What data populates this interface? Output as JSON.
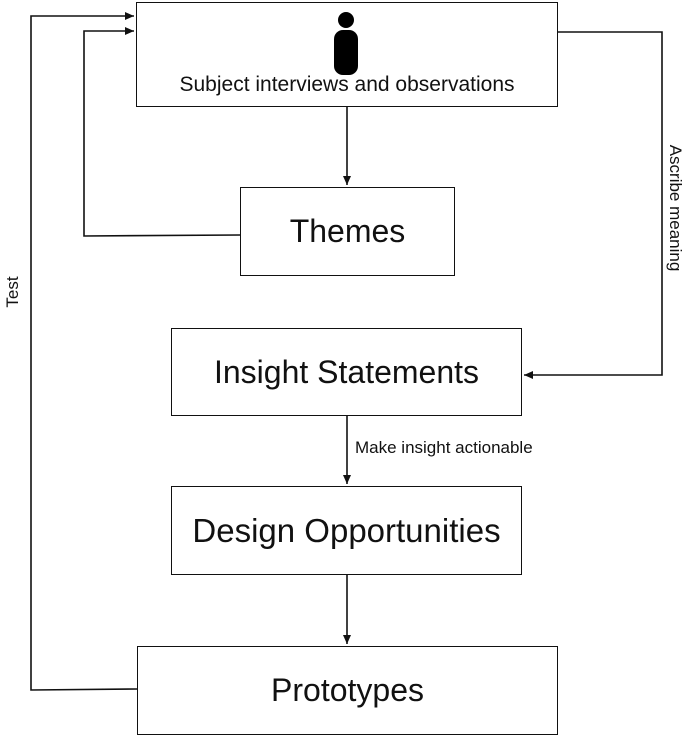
{
  "nodes": {
    "subject": "Subject interviews and observations",
    "themes": "Themes",
    "insight": "Insight Statements",
    "design": "Design Opportunities",
    "prototypes": "Prototypes"
  },
  "edges": {
    "make_actionable": "Make insight actionable",
    "ascribe_meaning": "Ascribe meaning",
    "test": "Test"
  },
  "icons": {
    "subject": "person-icon"
  },
  "colors": {
    "line": "#111111",
    "background": "#ffffff"
  }
}
